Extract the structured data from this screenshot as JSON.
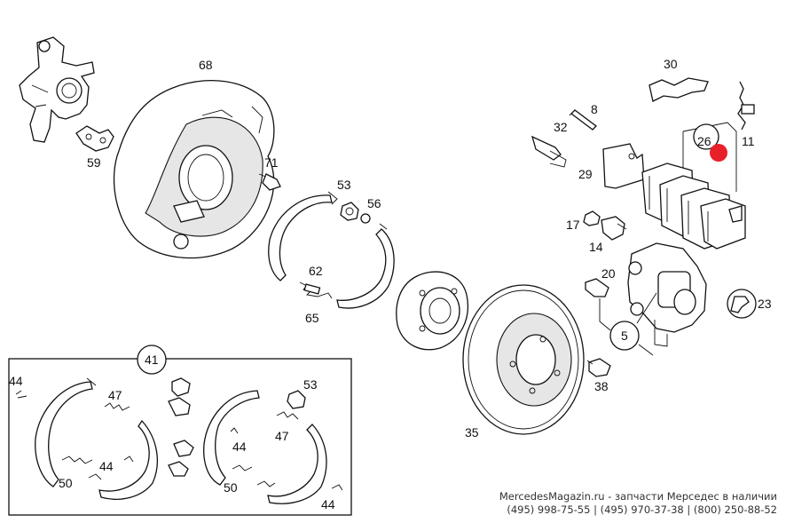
{
  "labels": {
    "l68": "68",
    "l59": "59",
    "l71": "71",
    "l53a": "53",
    "l56": "56",
    "l62": "62",
    "l65": "65",
    "l30": "30",
    "l8": "8",
    "l32": "32",
    "l26": "26",
    "l11": "11",
    "l29": "29",
    "l17": "17",
    "l14": "14",
    "l20": "20",
    "l23": "23",
    "l5": "5",
    "l38": "38",
    "l35": "35",
    "l41": "41",
    "l44a": "44",
    "l47a": "47",
    "l44b": "44",
    "l50a": "50",
    "l53b": "53",
    "l44c": "44",
    "l47b": "47",
    "l50b": "50",
    "l44d": "44"
  },
  "footer": {
    "line1": "MercedesMagazin.ru - запчасти Мерседес в наличии",
    "line2": "(495) 998-75-55 |  (495) 970-37-38 |  (800) 250-88-52"
  },
  "colors": {
    "marker": "#e8202a",
    "ink": "#111111",
    "background": "#ffffff"
  }
}
